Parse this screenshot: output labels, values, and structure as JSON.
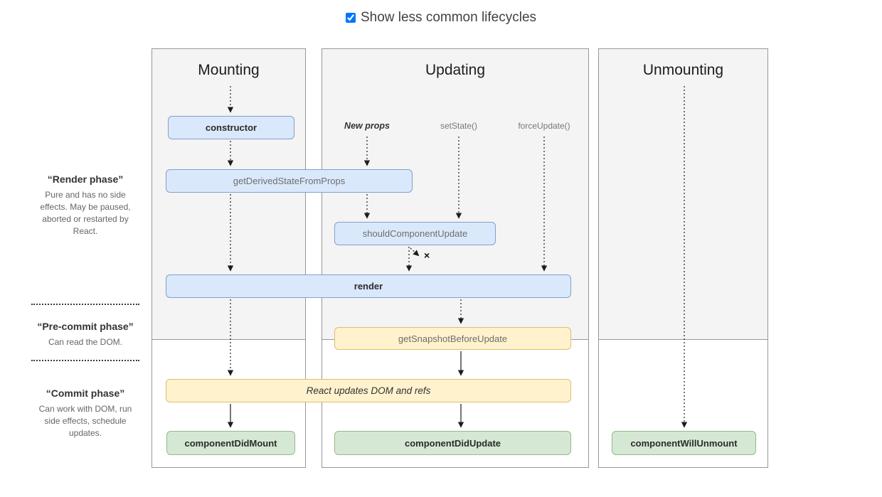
{
  "page": {
    "toggle_label": "Show less common lifecycles",
    "toggle_checked": true
  },
  "phases": [
    {
      "title": "“Render phase”",
      "description": "Pure and has no side effects. May be paused, aborted or restarted by React."
    },
    {
      "title": "“Pre-commit phase”",
      "description": "Can read the DOM."
    },
    {
      "title": "“Commit phase”",
      "description": "Can work with DOM, run side effects, schedule updates."
    }
  ],
  "columns": [
    {
      "title": "Mounting"
    },
    {
      "title": "Updating",
      "triggers": [
        "New props",
        "setState()",
        "forceUpdate()"
      ]
    },
    {
      "title": "Unmounting"
    }
  ],
  "boxes": {
    "ctor": "constructor",
    "get_derived_state_from_props": "getDerivedStateFromProps",
    "should_component_update": "shouldComponentUpdate",
    "render": "render",
    "get_snapshot_before_update": "getSnapshotBeforeUpdate",
    "react_updates_dom": "React updates DOM and refs",
    "component_did_mount": "componentDidMount",
    "component_did_update": "componentDidUpdate",
    "component_will_unmount": "componentWillUnmount"
  },
  "annotations": {
    "cancel_mark": "×"
  },
  "colors": {
    "box_blue_fill": "#dae8fc",
    "box_blue_border": "#84a0c8",
    "box_yellow_fill": "#fff2cc",
    "box_yellow_border": "#dcbe72",
    "box_green_fill": "#d5e8d4",
    "box_green_border": "#93bb85",
    "phase_shade": "#f4f4f4",
    "panel_border": "#979797"
  }
}
